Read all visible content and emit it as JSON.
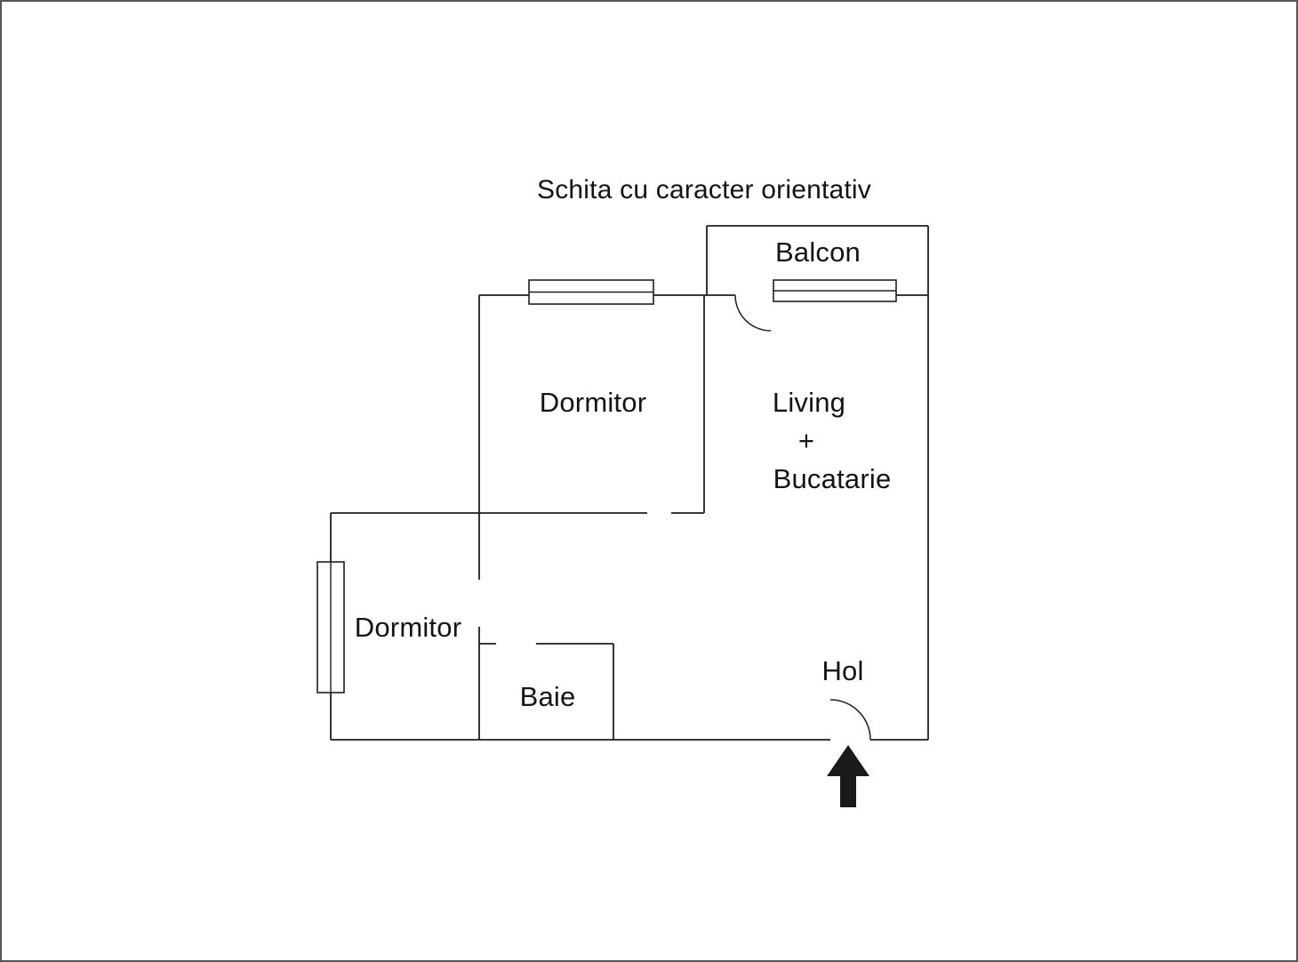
{
  "title": "Schita cu caracter orientativ",
  "rooms": {
    "balcon": "Balcon",
    "dormitor_top": "Dormitor",
    "living_line1": "Living",
    "living_line2": "+",
    "living_line3": "Bucatarie",
    "dormitor_left": "Dormitor",
    "baie": "Baie",
    "hol": "Hol"
  },
  "colors": {
    "wall_line": "#1f1f1f",
    "background": "#ffffff",
    "canvas_border": "#54565a",
    "entrance_arrow": "#1a1a1a"
  }
}
